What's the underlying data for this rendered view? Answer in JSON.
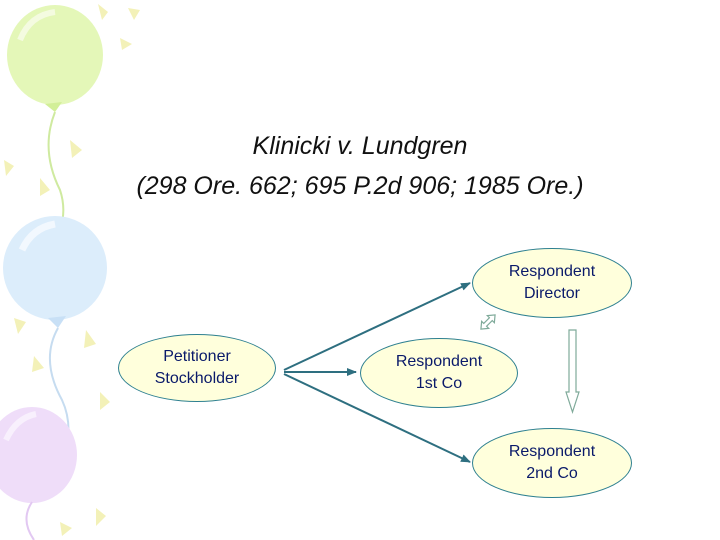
{
  "title": {
    "line1": "Klinicki v. Lundgren",
    "line2": "(298 Ore. 662; 695 P.2d 906; 1985 Ore.)"
  },
  "nodes": {
    "director": "Respondent\nDirector",
    "petitioner": "Petitioner\nStockholder",
    "first_co": "Respondent\n1st Co",
    "second_co": "Respondent\n2nd Co"
  },
  "colors": {
    "node_fill": "#ffffdc",
    "node_border": "#2e8090",
    "node_text": "#0a1a6a",
    "arrow": "#2e6f80",
    "hollow_arrow_outline": "#7faa9a",
    "balloon_green": "#dff5b0",
    "balloon_blue": "#d8ecfb",
    "balloon_purple": "#ecd8f8"
  }
}
